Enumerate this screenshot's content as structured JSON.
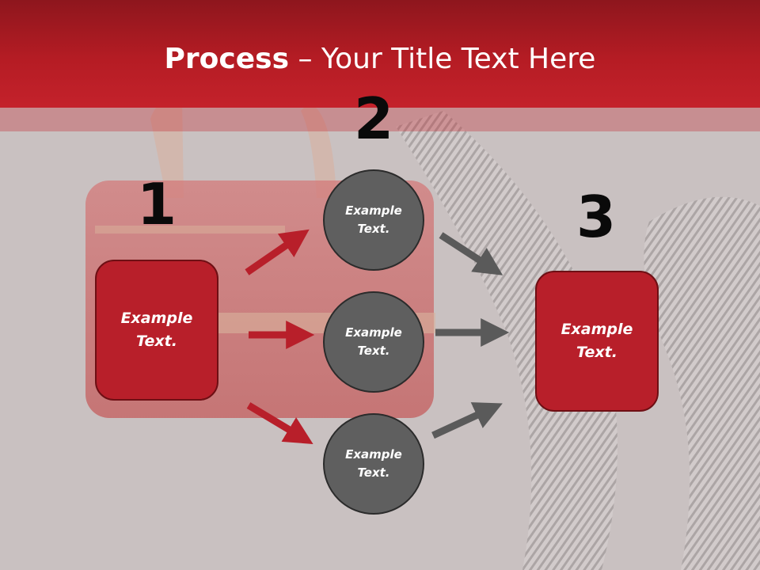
{
  "slide": {
    "title_bold": "Process",
    "title_rest": " – Your Title Text Here",
    "step_numbers": [
      "1",
      "2",
      "3"
    ],
    "left_box": "Example\nText.",
    "right_box": "Example\nText.",
    "circles": [
      "Example\nText.",
      "Example\nText.",
      "Example\nText."
    ]
  },
  "colors": {
    "title_bar": "#b51c24",
    "box_fill": "#b81f2a",
    "circle_fill": "#5f5f5f",
    "arrow_red": "#b81f2a",
    "arrow_gray": "#5a5a5a"
  }
}
